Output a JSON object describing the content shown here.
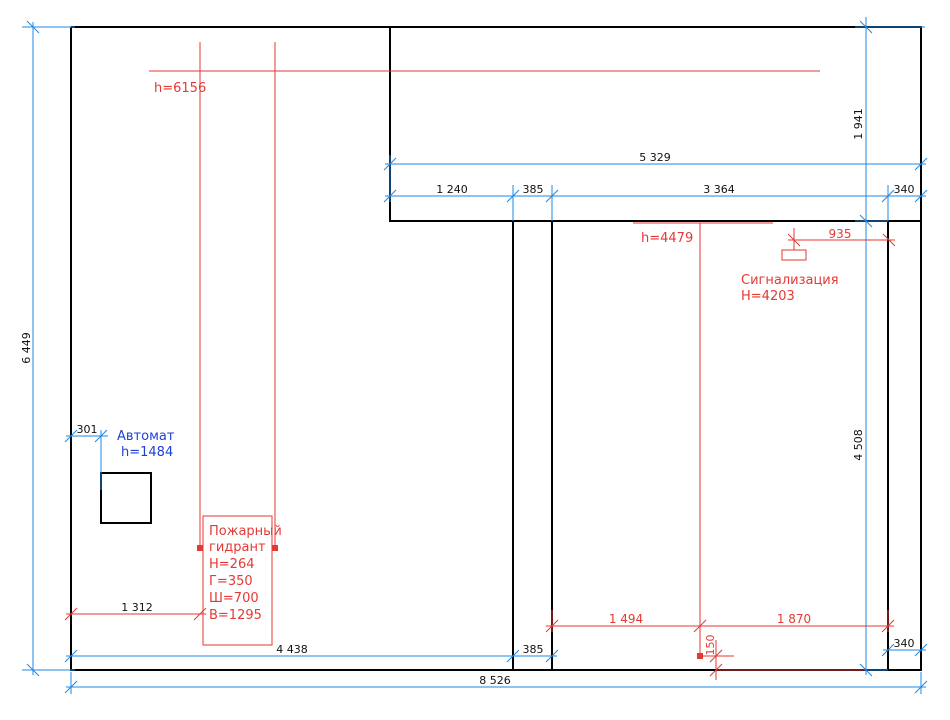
{
  "colors": {
    "walls": "#000000",
    "dimensions": "#1e88e5",
    "annotations": "#e53935",
    "automat_label": "#1e40d8"
  },
  "dimensions": {
    "total_height": "6 449",
    "total_width": "8 526",
    "upper_height": "1 941",
    "upper_width": "5 329",
    "seg_1240": "1 240",
    "seg_385_top": "385",
    "seg_3364": "3 364",
    "seg_340_top": "340",
    "right_height": "4 508",
    "left_offset": "301",
    "seg_1312": "1 312",
    "seg_4438": "4 438",
    "seg_385_bottom": "385",
    "seg_340_bottom": "340"
  },
  "annotations": {
    "h_6156": "h=6156",
    "h_4479": "h=4479",
    "alarm_title": "Сигнализация",
    "alarm_height": "H=4203",
    "alarm_dim": "935",
    "automat_title": "Автомат",
    "automat_height": "h=1484",
    "hydrant_lines": [
      "Пожарный",
      "гидрант",
      "H=264",
      "Г=350",
      "Ш=700",
      "В=1295"
    ],
    "seg_1494": "1 494",
    "seg_1870": "1 870",
    "seg_150": "150"
  }
}
